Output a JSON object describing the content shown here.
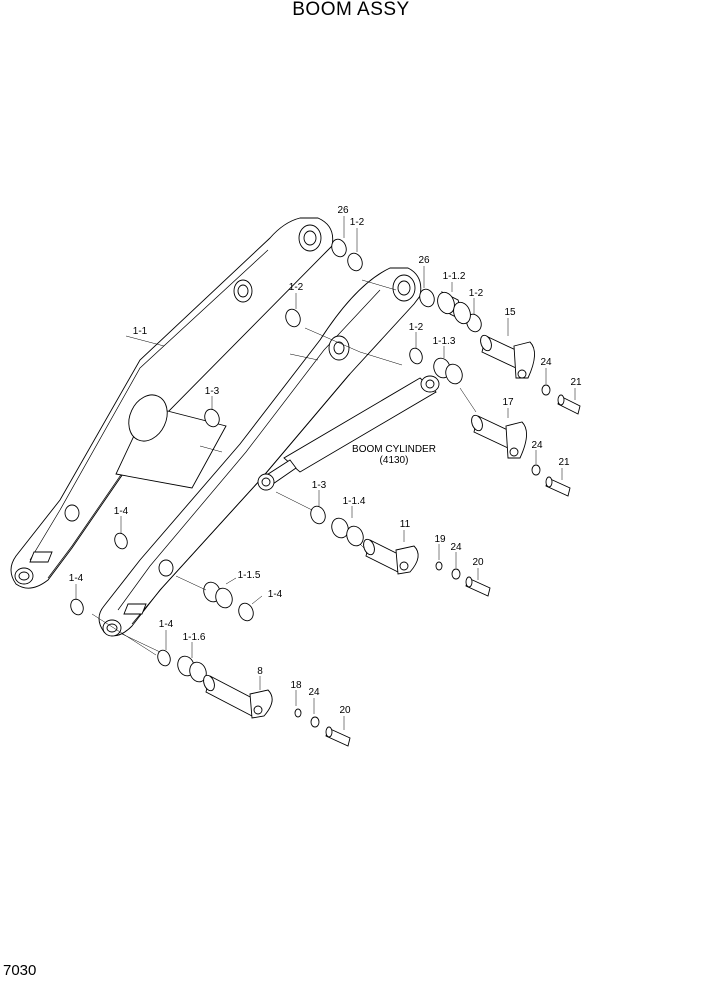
{
  "title": "BOOM ASSY",
  "page_number": "7030",
  "cylinder": {
    "label": "BOOM CYLINDER",
    "ref": "(4130)"
  },
  "labels": {
    "l26a": "26",
    "l12a": "1-2",
    "l26b": "26",
    "l112": "1-1.2",
    "l12b": "1-2",
    "l12c": "1-2",
    "l15": "15",
    "l12d": "1-2",
    "l113": "1-1.3",
    "l24a": "24",
    "l21a": "21",
    "l11": "1-1",
    "l13a": "1-3",
    "l17": "17",
    "l24b": "24",
    "l21b": "21",
    "l13b": "1-3",
    "l114": "1-1.4",
    "l14a": "1-4",
    "l11p": "11",
    "l19": "19",
    "l24c": "24",
    "l20a": "20",
    "l115": "1-1.5",
    "l14b": "1-4",
    "l14c": "1-4",
    "l14d": "1-4",
    "l116": "1-1.6",
    "l8": "8",
    "l18": "18",
    "l24d": "24",
    "l20b": "20"
  }
}
